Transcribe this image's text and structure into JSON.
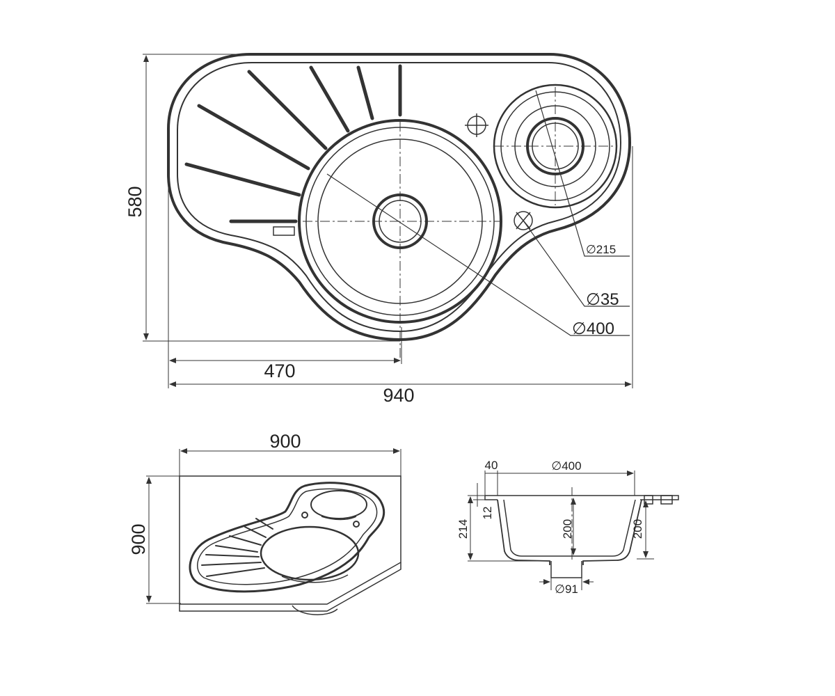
{
  "top_view": {
    "dims": {
      "height": "580",
      "offset": "470",
      "width": "940",
      "drain_bowl": "∅215",
      "tap_hole": "∅35",
      "main_bowl": "∅400"
    }
  },
  "perspective_view": {
    "dims": {
      "width": "900",
      "height": "900"
    }
  },
  "section_view": {
    "dims": {
      "rim": "40",
      "bowl_diameter": "∅400",
      "thickness": "12",
      "total_depth": "214",
      "inner_depth": "200",
      "side_depth": "200",
      "outlet": "∅91"
    }
  },
  "colors": {
    "line": "#333333",
    "background": "#ffffff"
  }
}
